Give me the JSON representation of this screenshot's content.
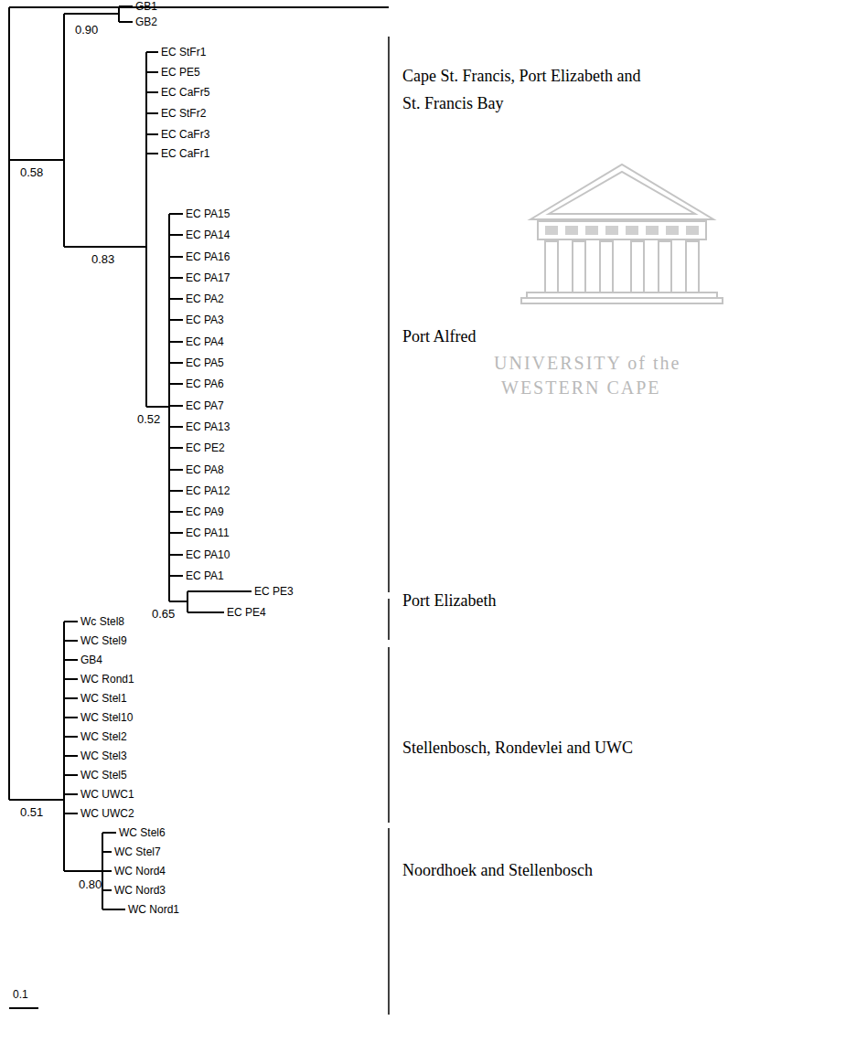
{
  "diagram": {
    "labels": [
      "GB1",
      "GB2",
      "EC StFr1",
      "EC PE5",
      "EC CaFr5",
      "EC StFr2",
      "EC CaFr3",
      "EC CaFr1",
      "EC PA15",
      "EC PA14",
      "EC PA16",
      "EC PA17",
      "EC PA2",
      "EC PA3",
      "EC PA4",
      "EC PA5",
      "EC PA6",
      "EC PA7",
      "EC PA13",
      "EC PE2",
      "EC PA8",
      "EC PA12",
      "EC PA9",
      "EC PA11",
      "EC PA10",
      "EC PA1",
      "EC PE3",
      "EC PE4",
      "Wc Stel8",
      "WC Stel9",
      "GB4",
      "WC Rond1",
      "WC Stel1",
      "WC Stel10",
      "WC Stel2",
      "WC Stel3",
      "WC Stel5",
      "WC UWC1",
      "WC UWC2",
      "WC Stel6",
      "WC Stel7",
      "WC Nord4",
      "WC Nord3",
      "WC Nord1",
      "0.90",
      "0.58",
      "0.83",
      "0.52",
      "0.65",
      "0.51",
      "0.80",
      "Cape St. Francis, Port Elizabeth and St. Francis Bay",
      "Port Alfred",
      "Port Elizabeth",
      "Stellenbosch, Rondevlei and UWC",
      "Noordhoek and Stellenbosch",
      "UNIVERSITY of the",
      "WESTERN CAPE",
      "0.1"
    ]
  }
}
